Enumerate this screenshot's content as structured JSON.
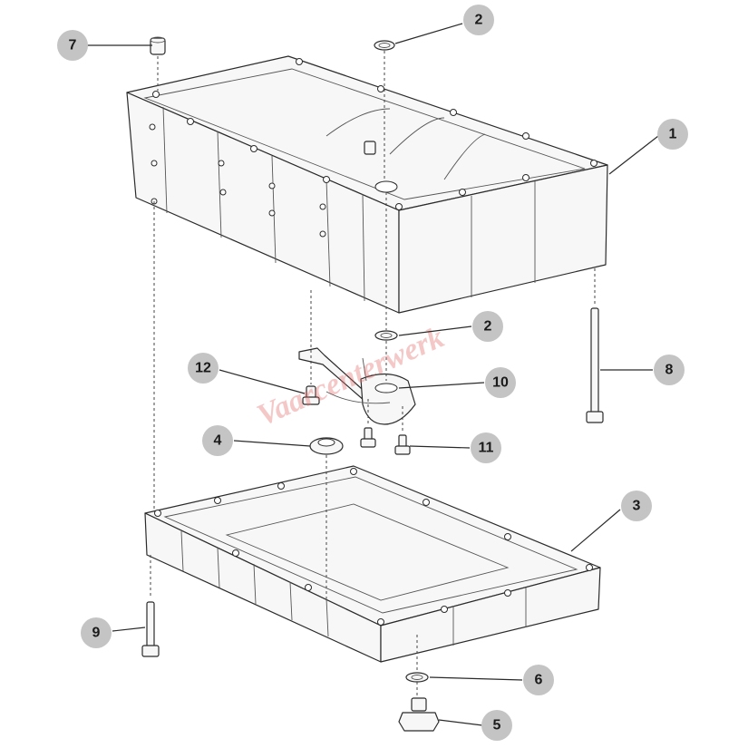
{
  "diagram": {
    "callouts": [
      "7",
      "2",
      "1",
      "2",
      "12",
      "10",
      "8",
      "4",
      "11",
      "3",
      "9",
      "6",
      "5"
    ]
  },
  "watermark": "Vaarcenterwerk"
}
